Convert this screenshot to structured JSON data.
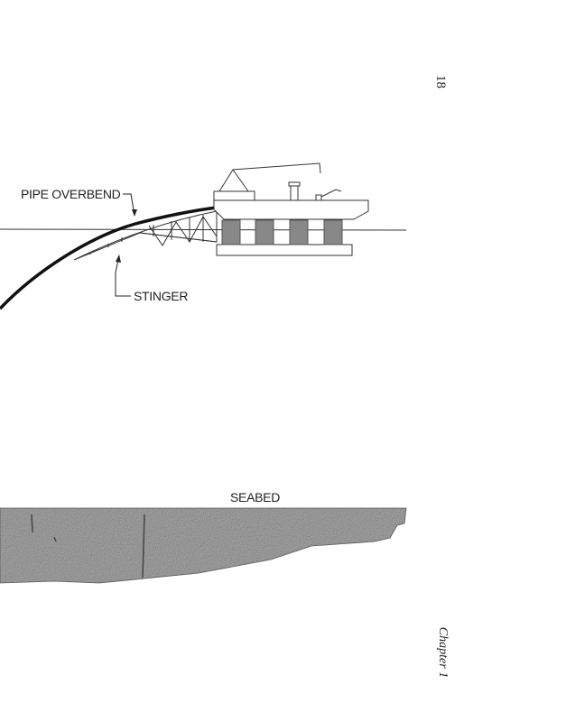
{
  "page_number": "18",
  "running_footer": "Chapter 1",
  "figure": {
    "labels": {
      "pipe_overbend": "PIPE OVERBEND",
      "stinger": "STINGER",
      "seabed": "SEABED"
    }
  },
  "colors": {
    "ink": "#222222",
    "seabed": "#a9a9a9"
  }
}
